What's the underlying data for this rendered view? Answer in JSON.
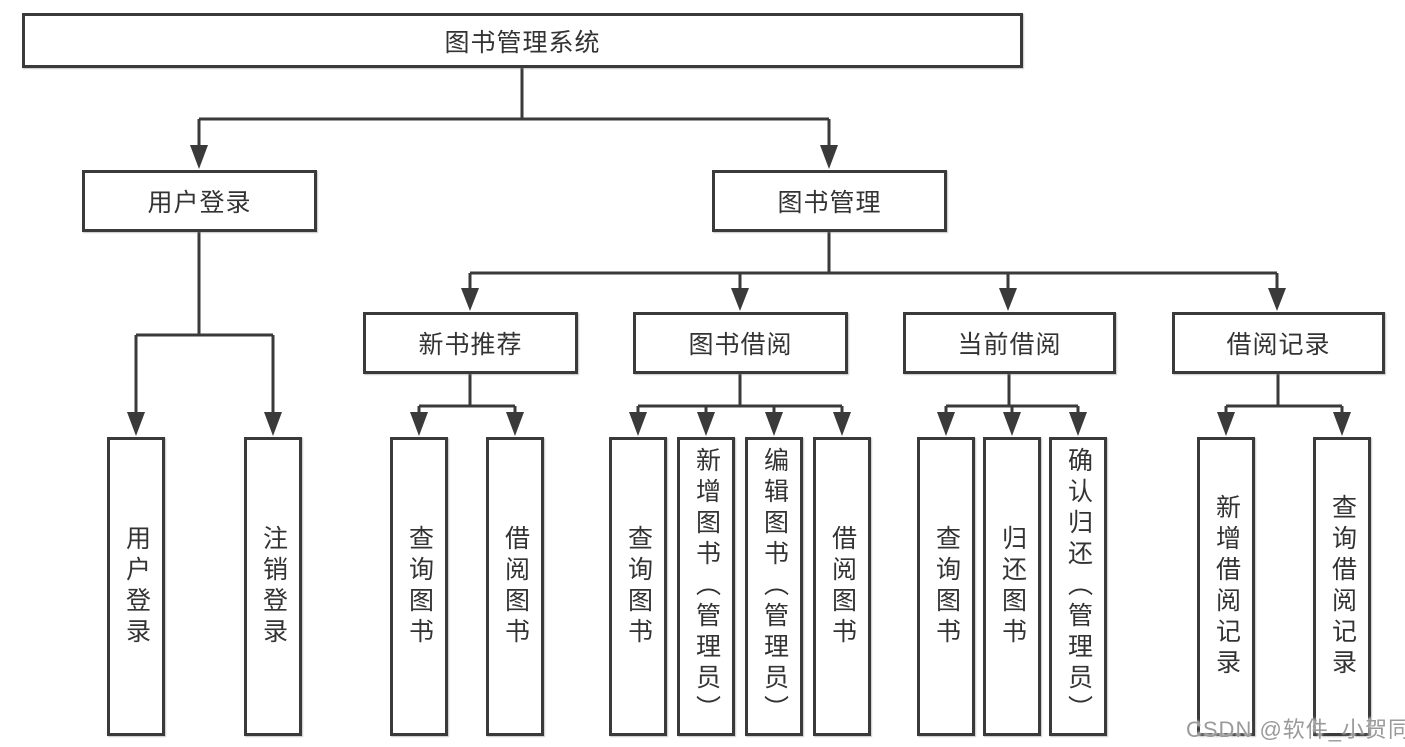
{
  "diagram_title": "图书管理系统",
  "tree": {
    "root": {
      "label": "图书管理系统",
      "children": [
        {
          "label": "用户登录",
          "children": [
            {
              "label": "用户登录"
            },
            {
              "label": "注销登录"
            }
          ]
        },
        {
          "label": "图书管理",
          "children": [
            {
              "label": "新书推荐",
              "children": [
                {
                  "label": "查询图书"
                },
                {
                  "label": "借阅图书"
                }
              ]
            },
            {
              "label": "图书借阅",
              "children": [
                {
                  "label": "查询图书"
                },
                {
                  "label": "新增图书（管理员）"
                },
                {
                  "label": "编辑图书（管理员）"
                },
                {
                  "label": "借阅图书"
                }
              ]
            },
            {
              "label": "当前借阅",
              "children": [
                {
                  "label": "查询图书"
                },
                {
                  "label": "归还图书"
                },
                {
                  "label": "确认归还（管理员）"
                }
              ]
            },
            {
              "label": "借阅记录",
              "children": [
                {
                  "label": "新增借阅记录"
                },
                {
                  "label": "查询借阅记录"
                }
              ]
            }
          ]
        }
      ]
    }
  },
  "watermark": {
    "text": "CSDN @软件_小贺同学"
  },
  "colors": {
    "line": "#3a3a3a",
    "box_border": "#3a3a3a",
    "box_background": "#ffffff",
    "text": "#333333",
    "watermark_text": "#9a9a9a",
    "page_background": "#ffffff"
  }
}
